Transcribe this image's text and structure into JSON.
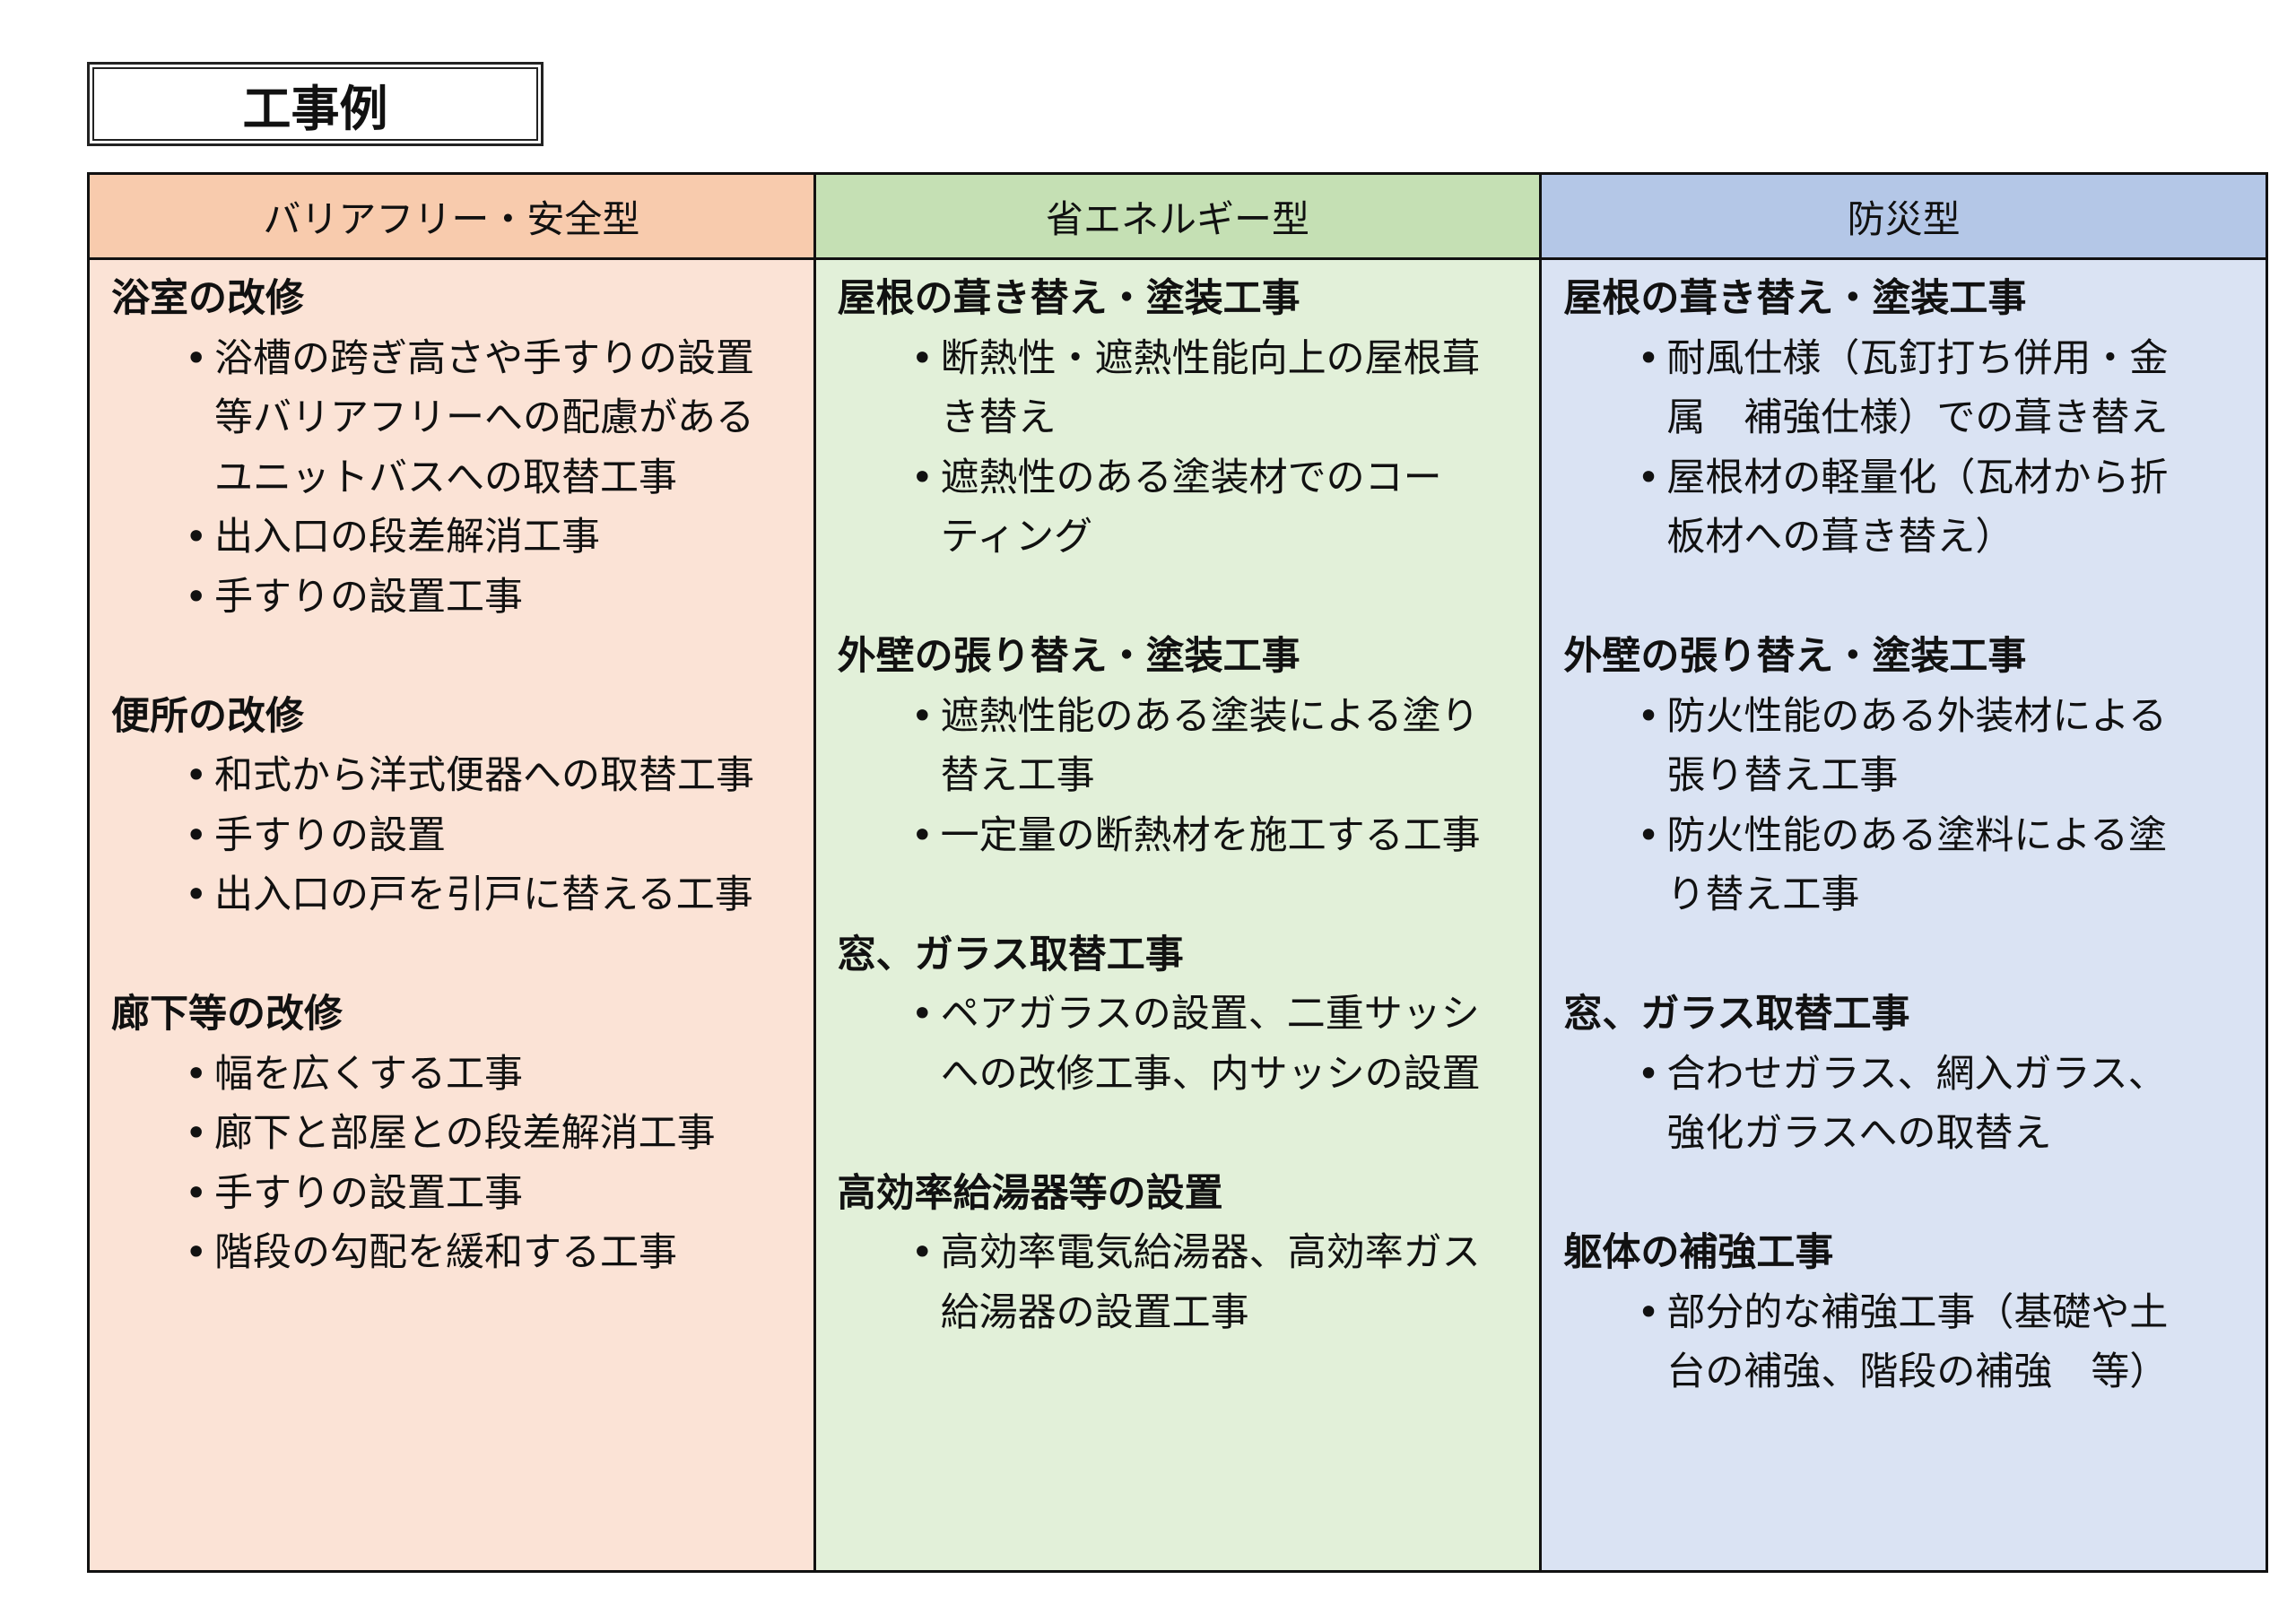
{
  "title": "工事例",
  "colors": {
    "col0_head": "#f8cbad",
    "col0_body": "#fbe3d6",
    "col1_head": "#c5e0b4",
    "col1_body": "#e2f0d9",
    "col2_head": "#b4c7e7",
    "col2_body": "#dae3f3"
  },
  "bullet": "•",
  "columns": [
    {
      "header": "バリアフリー・安全型",
      "sections": [
        {
          "title": "浴室の改修",
          "items": [
            "浴槽の跨ぎ高さや手すりの設置\n等バリアフリーへの配慮がある\nユニットバスへの取替工事",
            "出入口の段差解消工事",
            "手すりの設置工事"
          ]
        },
        {
          "title": "便所の改修",
          "items": [
            "和式から洋式便器への取替工事",
            "手すりの設置",
            "出入口の戸を引戸に替える工事"
          ]
        },
        {
          "title": "廊下等の改修",
          "items": [
            "幅を広くする工事",
            "廊下と部屋との段差解消工事",
            "手すりの設置工事",
            "階段の勾配を緩和する工事"
          ]
        }
      ]
    },
    {
      "header": "省エネルギー型",
      "sections": [
        {
          "title": "屋根の葺き替え・塗装工事",
          "items": [
            "断熱性・遮熱性能向上の屋根葺\nき替え",
            "遮熱性のある塗装材でのコー\nティング"
          ]
        },
        {
          "title": "外壁の張り替え・塗装工事",
          "items": [
            "遮熱性能のある塗装による塗り\n替え工事",
            "一定量の断熱材を施工する工事"
          ]
        },
        {
          "title": "窓、ガラス取替工事",
          "items": [
            "ペアガラスの設置、二重サッシ\nへの改修工事、内サッシの設置"
          ]
        },
        {
          "title": "高効率給湯器等の設置",
          "items": [
            "高効率電気給湯器、高効率ガス\n給湯器の設置工事"
          ]
        }
      ]
    },
    {
      "header": "防災型",
      "sections": [
        {
          "title": "屋根の葺き替え・塗装工事",
          "items": [
            "耐風仕様（瓦釘打ち併用・金\n属　補強仕様）での葺き替え",
            "屋根材の軽量化（瓦材から折\n板材への葺き替え）"
          ]
        },
        {
          "title": "外壁の張り替え・塗装工事",
          "items": [
            "防火性能のある外装材による\n張り替え工事",
            "防火性能のある塗料による塗\nり替え工事"
          ]
        },
        {
          "title": "窓、ガラス取替工事",
          "items": [
            "合わせガラス、網入ガラス、\n強化ガラスへの取替え"
          ]
        },
        {
          "title": "躯体の補強工事",
          "items": [
            "部分的な補強工事（基礎や土\n台の補強、階段の補強　等）"
          ]
        }
      ]
    }
  ]
}
